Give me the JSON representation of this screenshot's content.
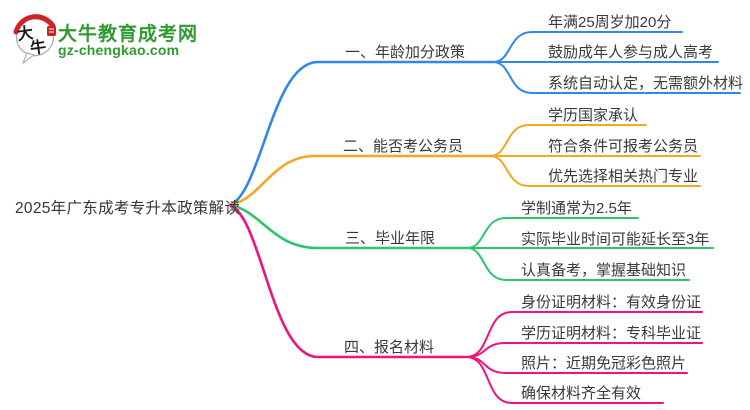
{
  "logo": {
    "site_name": "大牛教育成考网",
    "site_url": "gz-chengkao.com",
    "icon_char_top": "大",
    "icon_char_bottom": "牛"
  },
  "topic": "2025年广东成考专升本政策解读",
  "colors": {
    "branch_age": "#2E87EC",
    "branch_civil": "#F5A623",
    "branch_grad": "#2CC56C",
    "branch_material": "#F0127E",
    "logo_green": "#2F9A32",
    "logo_red": "#CE2323",
    "bubble_stroke": "#B3B3B3",
    "text": "#3A3A3A"
  },
  "branches": [
    {
      "label": "一、年龄加分政策",
      "children": [
        "年满25周岁加20分",
        "鼓励成年人参与成人高考",
        "系统自动认定，无需额外材料"
      ]
    },
    {
      "label": "二、能否考公务员",
      "children": [
        "学历国家承认",
        "符合条件可报考公务员",
        "优先选择相关热门专业"
      ]
    },
    {
      "label": "三、毕业年限",
      "children": [
        "学制通常为2.5年",
        "实际毕业时间可能延长至3年",
        "认真备考，掌握基础知识"
      ]
    },
    {
      "label": "四、报名材料",
      "children": [
        "身份证明材料：有效身份证",
        "学历证明材料：专科毕业证",
        "照片：近期免冠彩色照片",
        "确保材料齐全有效"
      ]
    }
  ]
}
